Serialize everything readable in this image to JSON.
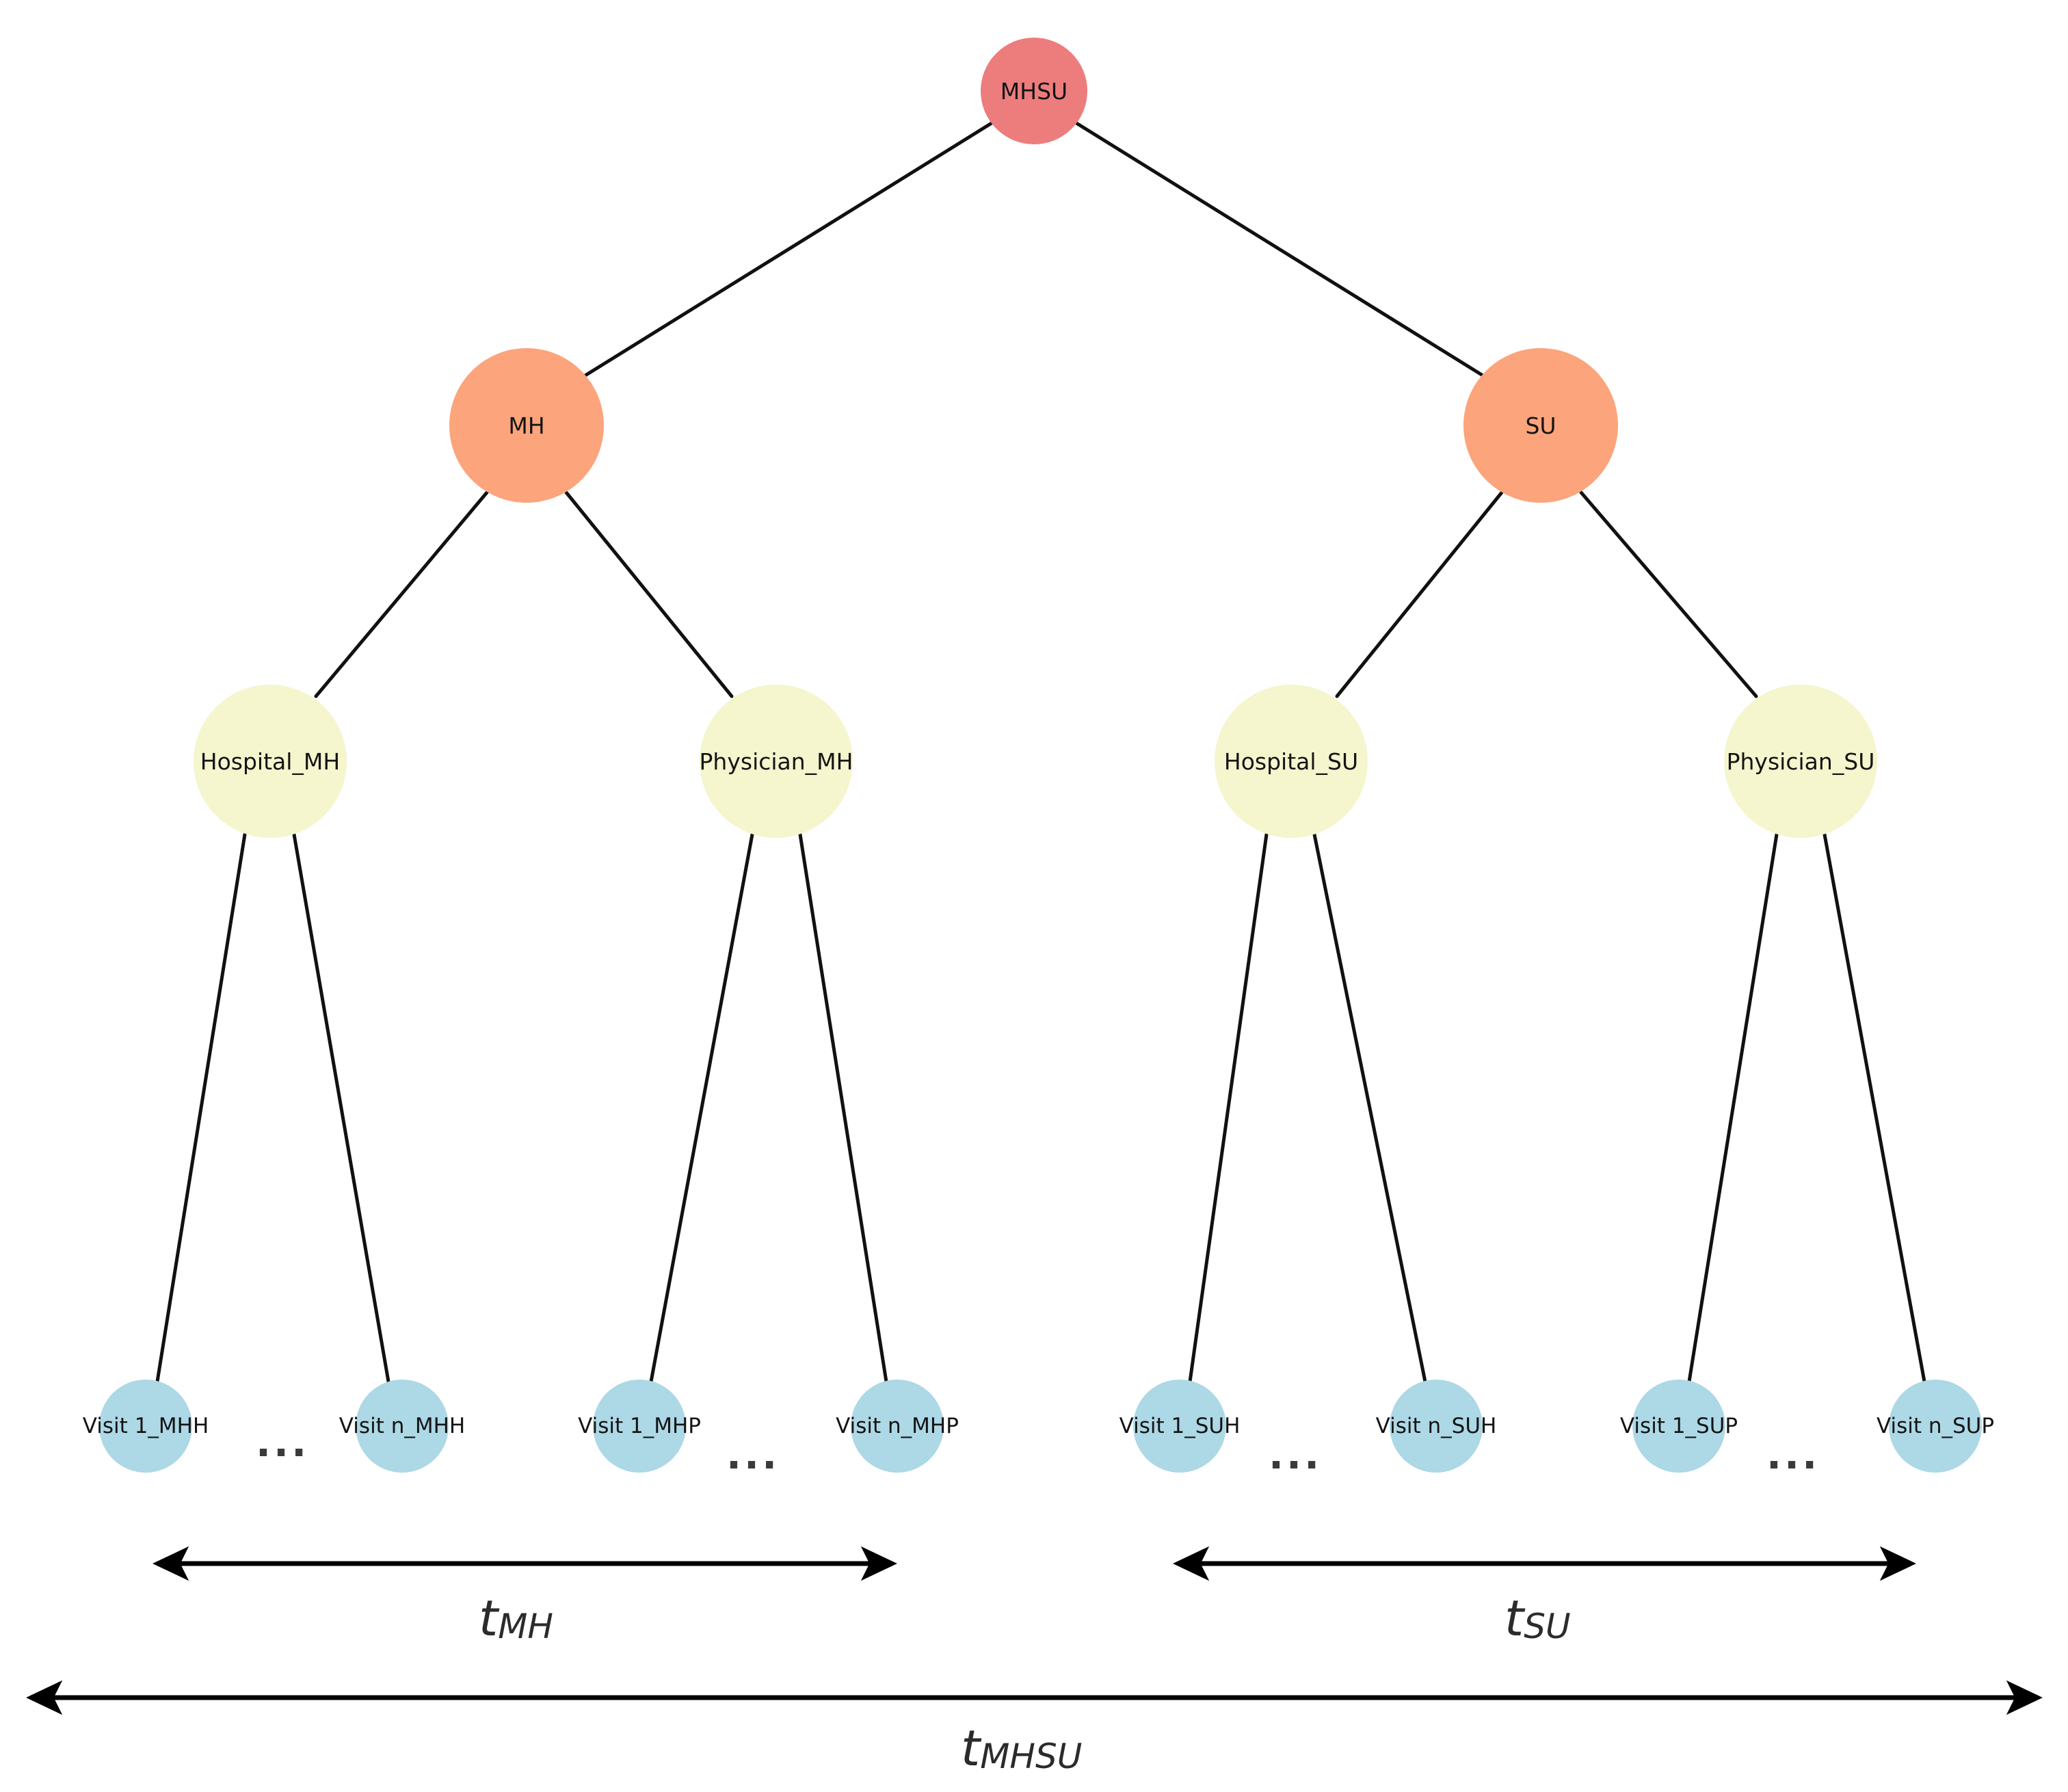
{
  "diagram": {
    "title": "MHSU hierarchical visit tree",
    "type": "tree",
    "palette": {
      "root": "#ED7D7D",
      "level2": "#FCA47B",
      "level3": "#F5F5CE",
      "leaf": "#ADD8E6",
      "edge": "#111111",
      "text": "#141414",
      "background": "#FFFFFF"
    },
    "root": {
      "label": "MHSU"
    },
    "level2": [
      {
        "label": "MH"
      },
      {
        "label": "SU"
      }
    ],
    "level3": [
      {
        "label": "Hospital_MH"
      },
      {
        "label": "Physician_MH"
      },
      {
        "label": "Hospital_SU"
      },
      {
        "label": "Physician_SU"
      }
    ],
    "leaves": [
      {
        "label": "Visit 1_MHH"
      },
      {
        "label": "Visit n_MHH"
      },
      {
        "label": "Visit 1_MHP"
      },
      {
        "label": "Visit n_MHP"
      },
      {
        "label": "Visit 1_SUH"
      },
      {
        "label": "Visit n_SUH"
      },
      {
        "label": "Visit 1_SUP"
      },
      {
        "label": "Visit n_SUP"
      }
    ],
    "ellipses": [
      {
        "label": "..."
      },
      {
        "label": "..."
      },
      {
        "label": "..."
      },
      {
        "label": "..."
      }
    ],
    "spans": [
      {
        "base": "t",
        "sub": "MH"
      },
      {
        "base": "t",
        "sub": "SU"
      },
      {
        "base": "t",
        "sub": "MHSU"
      }
    ]
  }
}
